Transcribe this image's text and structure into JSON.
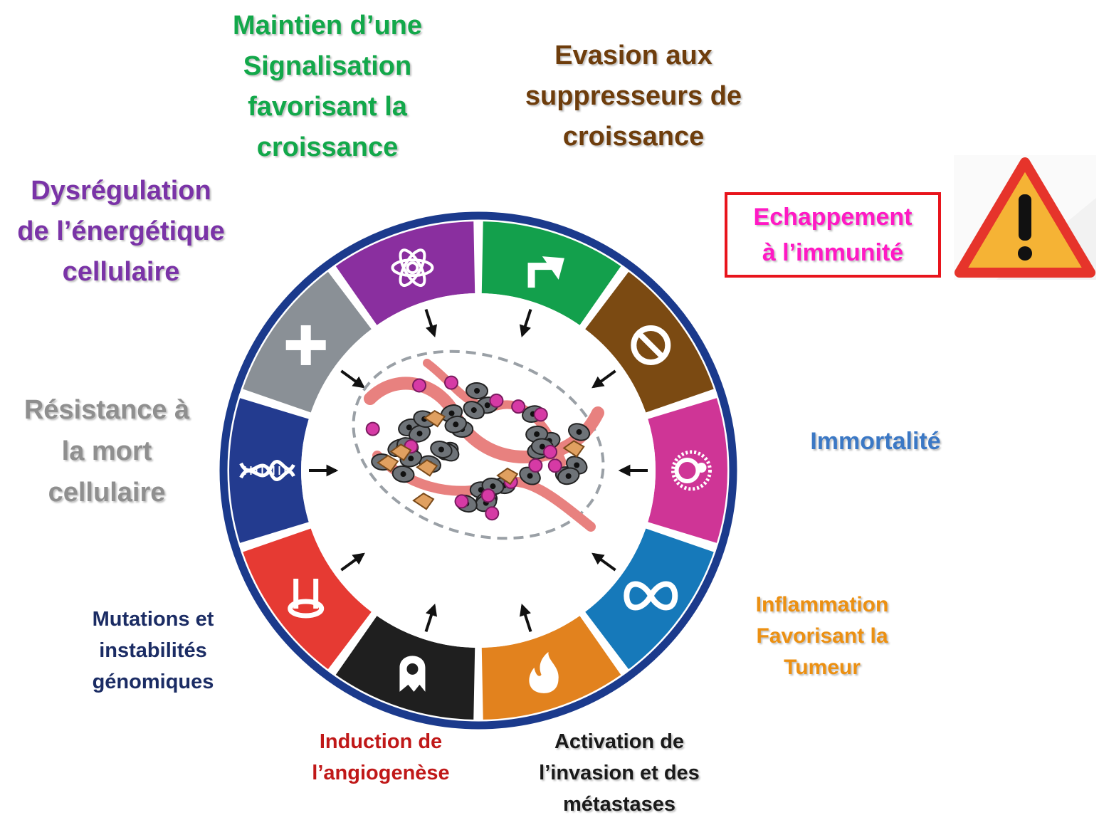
{
  "labels": {
    "green": [
      "Maintien d’une",
      "Signalisation",
      "favorisant la",
      "croissance"
    ],
    "brown": [
      "Evasion aux",
      "suppresseurs de",
      "croissance"
    ],
    "purple": [
      "Dysrégulation",
      "de l’énergétique",
      "cellulaire"
    ],
    "gray": [
      "Résistance à",
      "la mort",
      "cellulaire"
    ],
    "immune": [
      "Echappement",
      "à l’immunité"
    ],
    "blue": [
      "Immortalité"
    ],
    "orange": [
      "Inflammation",
      "Favorisant la",
      "Tumeur"
    ],
    "navy": [
      "Mutations et",
      "instabilités",
      "génomiques"
    ],
    "red": [
      "Induction de",
      "l’angiogenèse"
    ],
    "black": [
      "Activation de",
      "l’invasion et des",
      "métastases"
    ]
  },
  "segments": [
    {
      "name": "green",
      "color": "#13a04c",
      "icon": "arrow-turn-icon"
    },
    {
      "name": "brown",
      "color": "#7b4a12",
      "icon": "no-entry-icon"
    },
    {
      "name": "magenta",
      "color": "#cf3596",
      "icon": "immune-cell-icon"
    },
    {
      "name": "blue",
      "color": "#1679ba",
      "icon": "infinity-icon"
    },
    {
      "name": "orange",
      "color": "#e2821e",
      "icon": "flame-icon"
    },
    {
      "name": "black",
      "color": "#1f1f1f",
      "icon": "ghost-cell-icon"
    },
    {
      "name": "red",
      "color": "#e63a33",
      "icon": "vessel-icon"
    },
    {
      "name": "navy",
      "color": "#233b8f",
      "icon": "dna-icon"
    },
    {
      "name": "gray",
      "color": "#8a9096",
      "icon": "cross-icon"
    },
    {
      "name": "purple",
      "color": "#8a2f9f",
      "icon": "atom-icon"
    }
  ],
  "ring_color": "#1b3a8c",
  "warning_icon": "warning-triangle-icon"
}
